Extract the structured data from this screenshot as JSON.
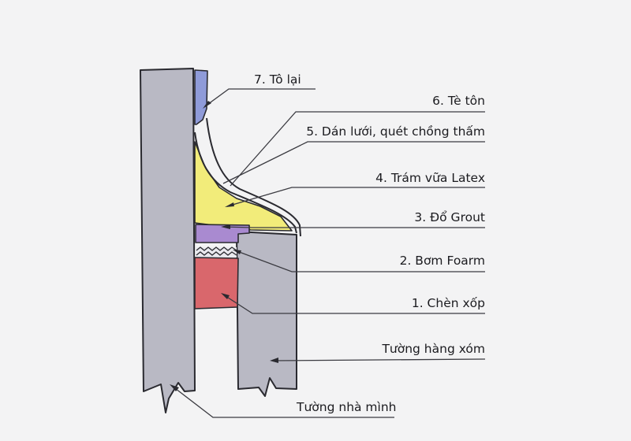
{
  "labels": {
    "l7": "7. Tô lại",
    "l6": "6. Tè tôn",
    "l5": "5. Dán lưới, quét chồng thấm",
    "l4": "4. Trám vữa Latex",
    "l3": "3. Đổ Grout",
    "l2": "2. Bơm Foarm",
    "l1": "1. Chèn xốp",
    "neighbor": "Tường hàng xóm",
    "own": "Tường nhà mình"
  },
  "colors": {
    "background": "#f3f3f4",
    "wall": "#b9b9c4",
    "plaster": "#8f9bd9",
    "latex_mortar": "#f2ec7a",
    "grout": "#a98ad0",
    "foam_insert": "#d9676c",
    "outline": "#2a2a30",
    "leader": "#3a3a40"
  }
}
